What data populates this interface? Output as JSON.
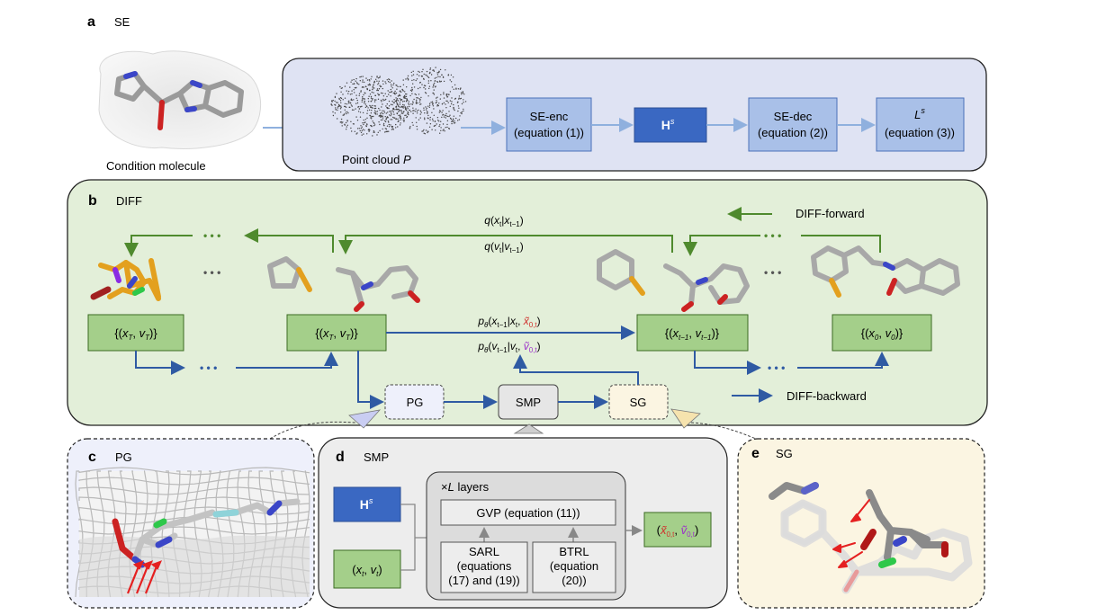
{
  "panels": {
    "a": {
      "letter": "a",
      "title": "SE"
    },
    "b": {
      "letter": "b",
      "title": "DIFF"
    },
    "c": {
      "letter": "c",
      "title": "PG"
    },
    "d": {
      "letter": "d",
      "title": "SMP"
    },
    "e": {
      "letter": "e",
      "title": "SG"
    }
  },
  "se": {
    "condition_molecule": "Condition molecule",
    "point_cloud_text": "Point cloud ",
    "point_cloud_var": "P",
    "se_enc": [
      "SE-enc",
      "(equation (1))"
    ],
    "hs_main": "H",
    "hs_sup": "s",
    "se_dec": [
      "SE-dec",
      "(equation (2))"
    ],
    "ls_main": "L",
    "ls_sup": "s",
    "ls_eq": "(equation (3))"
  },
  "diff": {
    "forward_label": "DIFF-forward",
    "backward_label": "DIFF-backward",
    "q_x": "q(x_t|x_t−1)",
    "q_v": "q(v_t|v_t−1)",
    "p_x": "p_θ(x_t−1|x_t, x̃_0,t)",
    "p_v": "p_θ(v_t−1|v_t, ṽ_0,t)",
    "ellipsis": "• • •",
    "boxes": [
      "{(x_T, v_T)}",
      "{(x_T, v_T)}",
      "{(x_t−1, v_t−1)}",
      "{(x_0, v_0)}"
    ],
    "pg": "PG",
    "smp": "SMP",
    "sg": "SG"
  },
  "smp": {
    "hs_main": "H",
    "hs_sup": "s",
    "xtvt": "(x_t, v_t)",
    "layers": "×L layers",
    "gvp": "GVP (equation (11))",
    "sarl": [
      "SARL",
      "(equations",
      "(17) and (19))"
    ],
    "btrl": [
      "BTRL",
      "(equation",
      "(20))"
    ],
    "output": "(x̃_0,t, ṽ_0,t)"
  },
  "colors": {
    "se_bg": "#dfe3f3",
    "diff_bg": "#e3efd9",
    "blue_box": "#a9c0e8",
    "hs_box": "#3a68c2",
    "green_box": "#a4cf8a",
    "green_arrow": "#4f8a2e",
    "blue_arrow": "#2f5aa3",
    "pg_bg": "#eef0fb",
    "sg_bg": "#fbf5e2",
    "smp_bg": "#ededed",
    "tilde_red": "#d0312d",
    "tilde_purple": "#9b30c9"
  }
}
